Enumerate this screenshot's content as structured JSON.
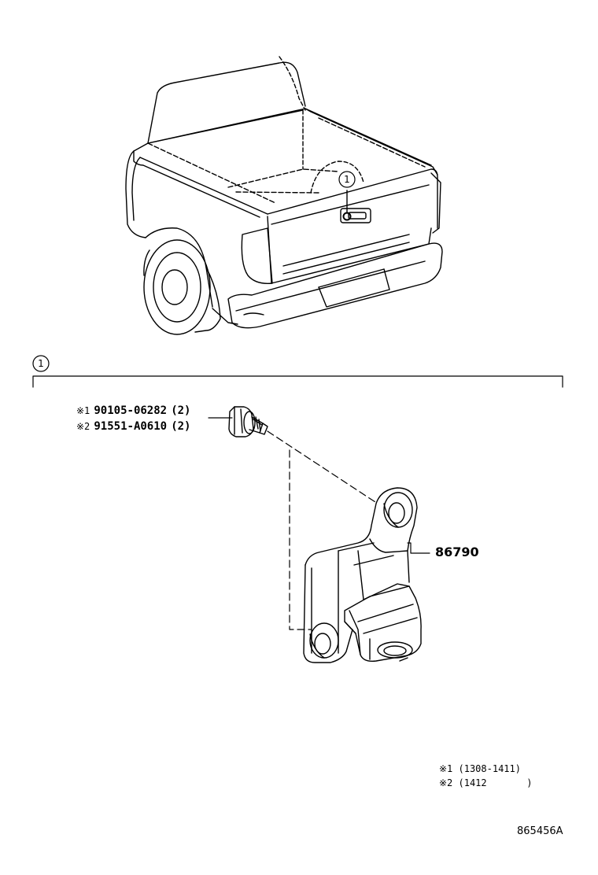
{
  "truck_callout": "1",
  "section_callout": "1",
  "bolt": {
    "line1": {
      "mark": "※1",
      "part": "90105-06282",
      "qty": "(2)"
    },
    "line2": {
      "mark": "※2",
      "part": "91551-A0610",
      "qty": "(2)"
    }
  },
  "camera_part": "86790",
  "notes": {
    "line1": "※1 (1308-1411)",
    "line2": "※2 (1412       )"
  },
  "diagram_id": "865456A"
}
